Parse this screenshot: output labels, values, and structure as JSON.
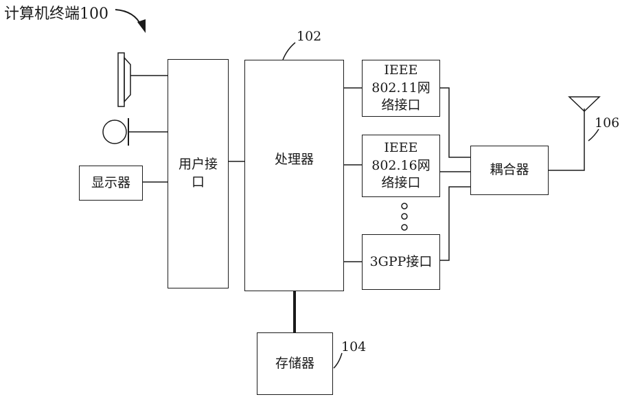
{
  "terminal_label": "计算机终端100",
  "blocks": {
    "user_interface": {
      "line1": "用户接",
      "line2": "口"
    },
    "processor": {
      "label": "处理器",
      "ref": "102"
    },
    "display": {
      "label": "显示器"
    },
    "ieee80211": {
      "line1": "IEEE",
      "line2": "802.11网",
      "line3": "络接口"
    },
    "ieee80216": {
      "line1": "IEEE",
      "line2": "802.16网",
      "line3": "络接口"
    },
    "gpp": {
      "label": "3GPP接口"
    },
    "coupler": {
      "label": "耦合器"
    },
    "memory": {
      "label": "存储器",
      "ref": "104"
    },
    "antenna": {
      "ref": "106"
    }
  },
  "icons": [
    "speaker-icon",
    "microphone-icon",
    "antenna-icon",
    "ellipsis-dots"
  ]
}
